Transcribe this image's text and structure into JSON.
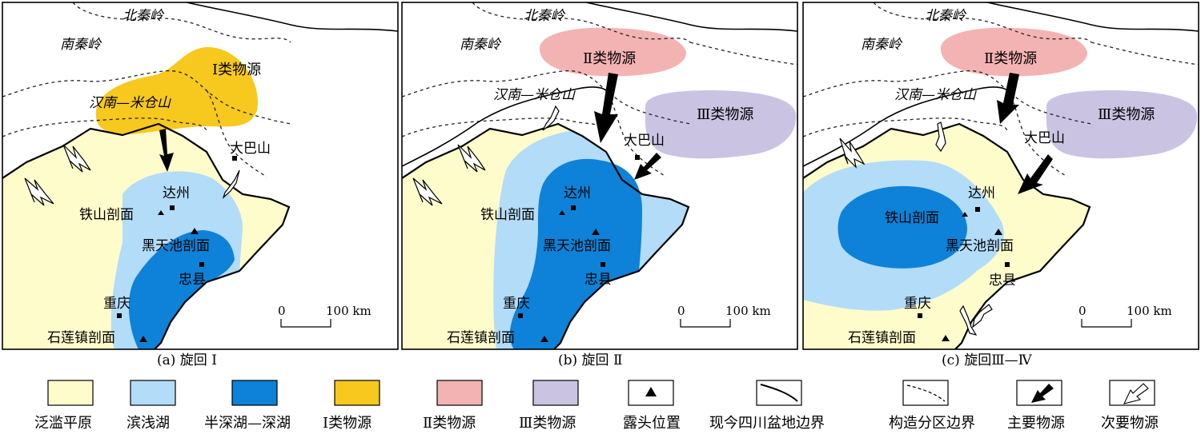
{
  "panels": [
    {
      "caption": "(a) 旋回 Ⅰ",
      "labels": {
        "north_qinling": "北秦岭",
        "south_qinling": "南秦岭",
        "hannan": "汉南—米仓山",
        "dabashan": "大巴山",
        "dazhou": "达州",
        "tieshan": "铁山剖面",
        "heitianchi": "黑天池剖面",
        "zhongxian": "忠县",
        "chongqing": "重庆",
        "shilianzhen": "石莲镇剖面"
      },
      "sources": [
        "Ⅰ类物源"
      ],
      "scale": {
        "zero": "0",
        "end": "100 km"
      }
    },
    {
      "caption": "(b) 旋回 Ⅱ",
      "labels": {
        "north_qinling": "北秦岭",
        "south_qinling": "南秦岭",
        "hannan": "汉南—米仓山",
        "dabashan": "大巴山",
        "dazhou": "达州",
        "tieshan": "铁山剖面",
        "heitianchi": "黑天池剖面",
        "zhongxian": "忠县",
        "chongqing": "重庆",
        "shilianzhen": "石莲镇剖面"
      },
      "sources": [
        "Ⅱ类物源",
        "Ⅲ类物源"
      ],
      "scale": {
        "zero": "0",
        "end": "100 km"
      }
    },
    {
      "caption": "(c) 旋回Ⅲ—Ⅳ",
      "labels": {
        "north_qinling": "北秦岭",
        "south_qinling": "南秦岭",
        "hannan": "汉南—米仓山",
        "dabashan": "大巴山",
        "dazhou": "达州",
        "tieshan": "铁山剖面",
        "heitianchi": "黑天池剖面",
        "zhongxian": "忠县",
        "chongqing": "重庆",
        "shilianzhen": "石莲镇剖面"
      },
      "sources": [
        "Ⅱ类物源",
        "Ⅲ类物源"
      ],
      "scale": {
        "zero": "0",
        "end": "100 km"
      }
    }
  ],
  "legend": [
    {
      "label": "泛滥平原",
      "icon": "floodplain-swatch",
      "color": "#fffccc"
    },
    {
      "label": "滨浅湖",
      "icon": "shallow-lake-swatch",
      "color": "#b3dcf8"
    },
    {
      "label": "半深湖—深湖",
      "icon": "deep-lake-swatch",
      "color": "#0d82d8"
    },
    {
      "label": "Ⅰ类物源",
      "icon": "source-1-swatch",
      "color": "#f7c81d"
    },
    {
      "label": "Ⅱ类物源",
      "icon": "source-2-swatch",
      "color": "#f4b3b3"
    },
    {
      "label": "Ⅲ类物源",
      "icon": "source-3-swatch",
      "color": "#cbc3e2"
    },
    {
      "label": "露头位置",
      "icon": "outcrop-triangle-icon"
    },
    {
      "label": "现今四川盆地边界",
      "icon": "basin-boundary-line-icon"
    },
    {
      "label": "构造分区边界",
      "icon": "tectonic-boundary-dashed-icon"
    },
    {
      "label": "主要物源",
      "icon": "major-source-arrow-icon"
    },
    {
      "label": "次要物源",
      "icon": "minor-source-arrow-icon"
    }
  ]
}
